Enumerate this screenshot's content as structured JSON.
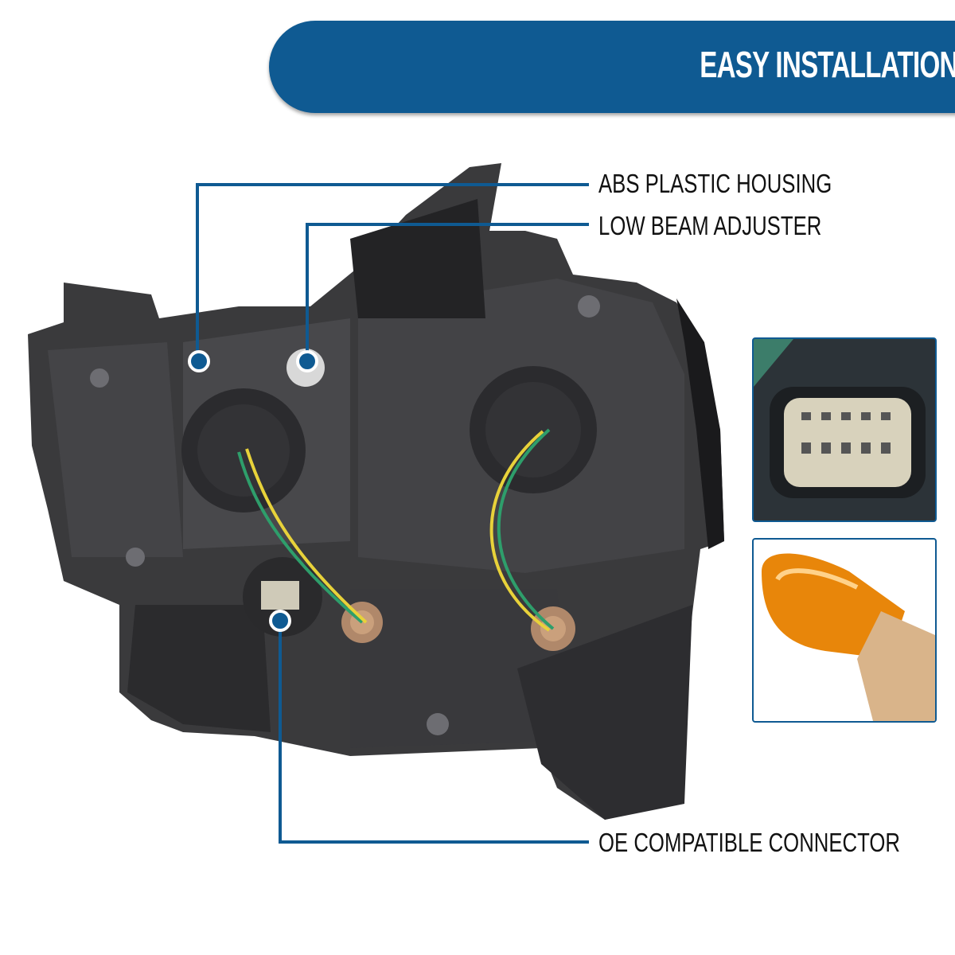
{
  "banner": {
    "title": "EASY INSTALLATION"
  },
  "callouts": [
    {
      "label": "ABS PLASTIC HOUSING"
    },
    {
      "label": "LOW BEAM ADJUSTER"
    },
    {
      "label": "OE COMPATIBLE CONNECTOR"
    }
  ],
  "insets": [
    {
      "name": "connector-closeup-icon"
    },
    {
      "name": "amber-bulb-icon"
    }
  ],
  "colors": {
    "accent": "#0f5a92",
    "housing": "#3a3a3c",
    "wire_green": "#2e9e6b",
    "wire_yellow": "#e8d23a",
    "bulb": "#e8860a"
  }
}
